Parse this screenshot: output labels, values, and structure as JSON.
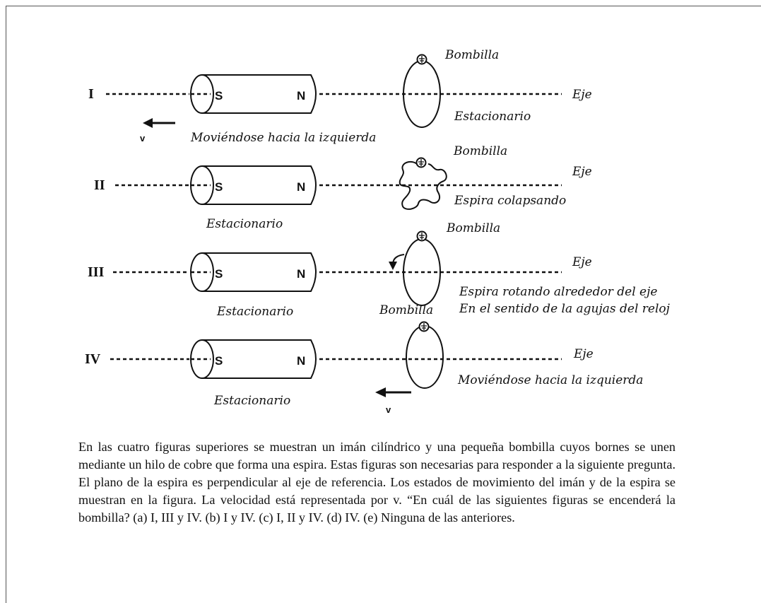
{
  "rows": [
    {
      "numeral": "I",
      "pole_s": "S",
      "pole_n": "N",
      "axis_label": "Eje",
      "bulb_label": "Bombilla",
      "state_label": "Estacionario",
      "magnet_label": "Moviéndose hacia la izquierda",
      "velocity_label": "v"
    },
    {
      "numeral": "II",
      "pole_s": "S",
      "pole_n": "N",
      "axis_label": "Eje",
      "bulb_label": "Bombilla",
      "state_label": "Espira colapsando",
      "magnet_label": "Estacionario"
    },
    {
      "numeral": "III",
      "pole_s": "S",
      "pole_n": "N",
      "axis_label": "Eje",
      "bulb_label": "Bombilla",
      "bulb_label_2": "Bombilla",
      "state_label": "Espira rotando alrededor del eje",
      "state_label_2": "En el sentido de la agujas del reloj",
      "magnet_label": "Estacionario"
    },
    {
      "numeral": "IV",
      "pole_s": "S",
      "pole_n": "N",
      "axis_label": "Eje",
      "state_label": "Moviéndose hacia la izquierda",
      "magnet_label": "Estacionario",
      "velocity_label": "v"
    }
  ],
  "caption": "En las cuatro figuras superiores se muestran un imán cilíndrico y una pequeña bombilla cuyos bornes se unen mediante un hilo de cobre que forma una espira. Estas figuras son necesarias para responder a la siguiente pregunta. El plano de la espira es perpendicular al eje de referencia. Los estados de movimiento del imán y de la espira se muestran en la figura. La velocidad está representada por v. “En cuál de las siguientes figuras se encenderá la bombilla? (a) I, III y IV. (b) I y IV. (c) I, II y IV. (d) IV. (e) Ninguna de las anteriores."
}
